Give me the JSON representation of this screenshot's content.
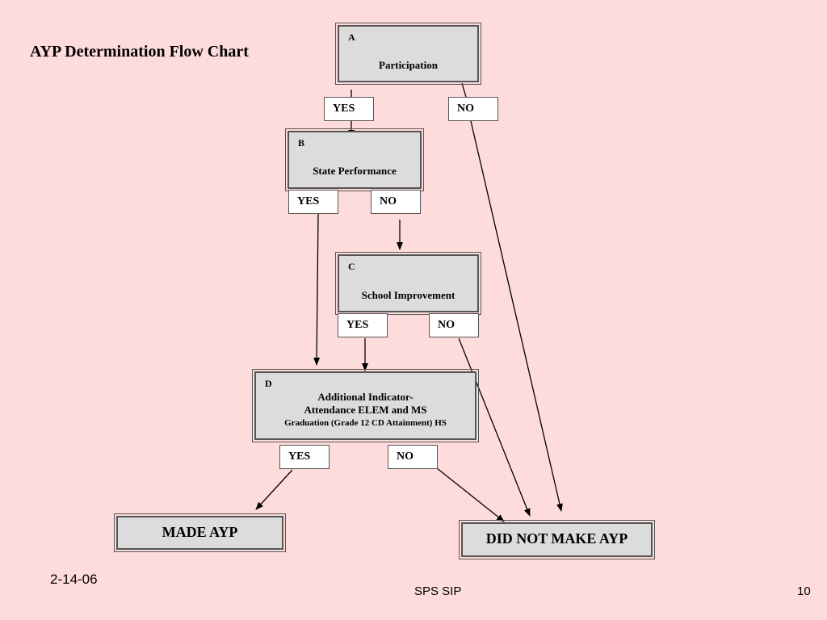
{
  "title": "AYP Determination Flow Chart",
  "nodes": {
    "a": {
      "letter": "A",
      "label": "Participation"
    },
    "b": {
      "letter": "B",
      "label": "State Performance"
    },
    "c": {
      "letter": "C",
      "label": "School Improvement"
    },
    "d": {
      "letter": "D",
      "line1": "Additional Indicator-",
      "line2": "Attendance ELEM and MS",
      "line3": "Graduation (Grade 12 CD Attainment) HS"
    }
  },
  "branches": {
    "a_yes": "YES",
    "a_no": "NO",
    "b_yes": "YES",
    "b_no": "NO",
    "c_yes": "YES",
    "c_no": "NO",
    "d_yes": "YES",
    "d_no": "NO"
  },
  "outcomes": {
    "made": "MADE AYP",
    "not_made": "DID NOT MAKE AYP"
  },
  "footer": {
    "date": "2-14-06",
    "source": "SPS SIP",
    "page": "10"
  }
}
